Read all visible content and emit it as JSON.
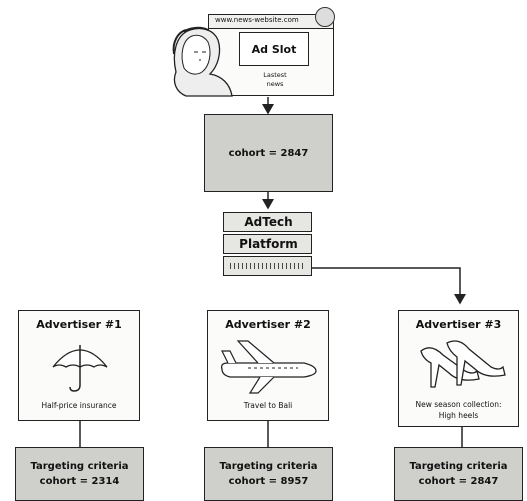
{
  "browser": {
    "url": "www.news-website.com",
    "ad_slot": "Ad Slot",
    "news_line1": "Lastest",
    "news_line2": "news"
  },
  "cohort_box": {
    "label": "cohort = 2847"
  },
  "adtech": {
    "line1": "AdTech",
    "line2": "Platform"
  },
  "advertisers": [
    {
      "title": "Advertiser #1",
      "caption": "Half-price insurance",
      "caption2": "",
      "criteria_line1": "Targeting criteria",
      "criteria_line2": "cohort = 2314",
      "icon": "umbrella-icon"
    },
    {
      "title": "Advertiser #2",
      "caption": "Travel to Bali",
      "caption2": "",
      "criteria_line1": "Targeting criteria",
      "criteria_line2": "cohort = 8957",
      "icon": "airplane-icon"
    },
    {
      "title": "Advertiser #3",
      "caption": "New season collection:",
      "caption2": "High heels",
      "criteria_line1": "Targeting criteria",
      "criteria_line2": "cohort = 2847",
      "icon": "high-heels-icon"
    }
  ]
}
